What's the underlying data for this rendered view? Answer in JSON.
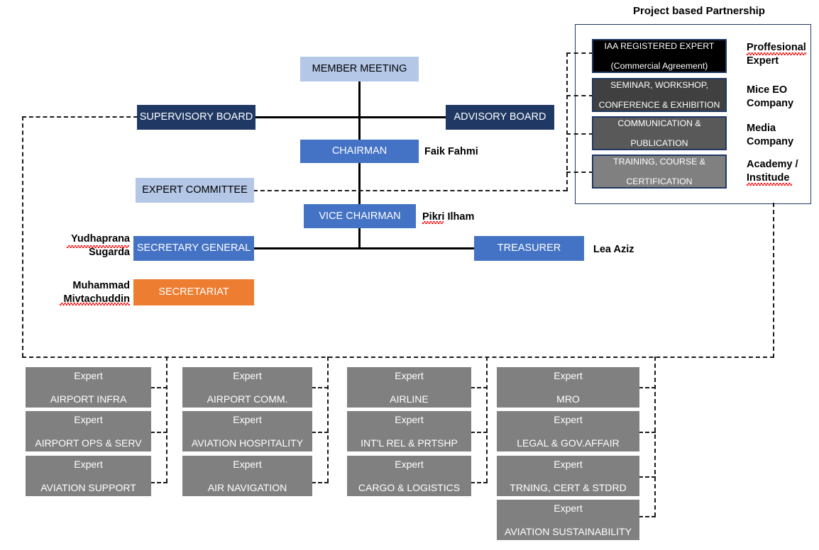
{
  "diagram": {
    "title_partnership": "Project based Partnership"
  },
  "org": {
    "member_meeting": "MEMBER MEETING",
    "supervisory_board": "SUPERVISORY BOARD",
    "advisory_board": "ADVISORY BOARD",
    "chairman": "CHAIRMAN",
    "chairman_name": "Faik Fahmi",
    "expert_committee": "EXPERT COMMITTEE",
    "vice_chairman": "VICE CHAIRMAN",
    "vice_chairman_name": "Pikri Ilham",
    "secretary_general": "SECRETARY GENERAL",
    "secretary_general_name": "Yudhaprana\nSugarda",
    "treasurer": "TREASURER",
    "treasurer_name": "Lea Aziz",
    "secretariat": "SECRETARIAT",
    "secretariat_name": "Muhammad\nMivtachuddin"
  },
  "partnership": {
    "items": [
      {
        "line1": "IAA REGISTERED EXPERT",
        "line2": "(Commercial Agreement)",
        "label": "Proffesional\nExpert",
        "color": "#000000"
      },
      {
        "line1": "SEMINAR, WORKSHOP,",
        "line2": "CONFERENCE & EXHIBITION",
        "label": "Mice EO\nCompany",
        "color": "#404040"
      },
      {
        "line1": "COMMUNICATION &",
        "line2": "PUBLICATION",
        "label": "Media\nCompany",
        "color": "#595959"
      },
      {
        "line1": "TRAINING, COURSE &",
        "line2": "CERTIFICATION",
        "label": "Academy /\nInstitude",
        "color": "#808080"
      }
    ]
  },
  "experts": {
    "role_prefix": "Expert",
    "columns": [
      {
        "items": [
          "AIRPORT INFRA",
          "AIRPORT OPS & SERV",
          "AVIATION SUPPORT"
        ]
      },
      {
        "items": [
          "AIRPORT COMM.",
          "AVIATION HOSPITALITY",
          "AIR NAVIGATION"
        ]
      },
      {
        "items": [
          "AIRLINE",
          "INT'L REL & PRTSHP",
          "CARGO & LOGISTICS"
        ]
      },
      {
        "items": [
          "MRO",
          "LEGAL & GOV.AFFAIR",
          "TRNING, CERT & STDRD",
          "AVIATION SUSTAINABILITY"
        ]
      }
    ]
  },
  "colors": {
    "navy": "#1F3864",
    "light_blue": "#B4C7E7",
    "blue": "#4472C4",
    "orange": "#ED7D31",
    "gray": "#808080",
    "spellcheck": "#FF0000"
  }
}
